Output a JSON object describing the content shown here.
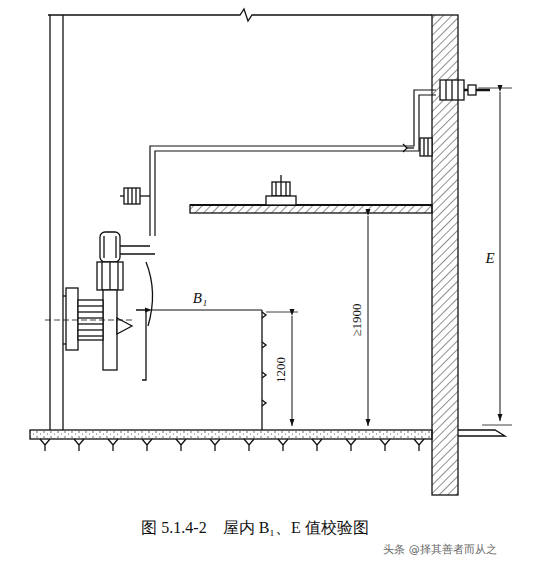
{
  "diagram": {
    "caption": "图 5.1.4-2　屋内 B₁、E 值校验图",
    "labels": [
      "B₁",
      "1200",
      "≥1900",
      "E",
      "头条 @择其善者而从之"
    ]
  }
}
